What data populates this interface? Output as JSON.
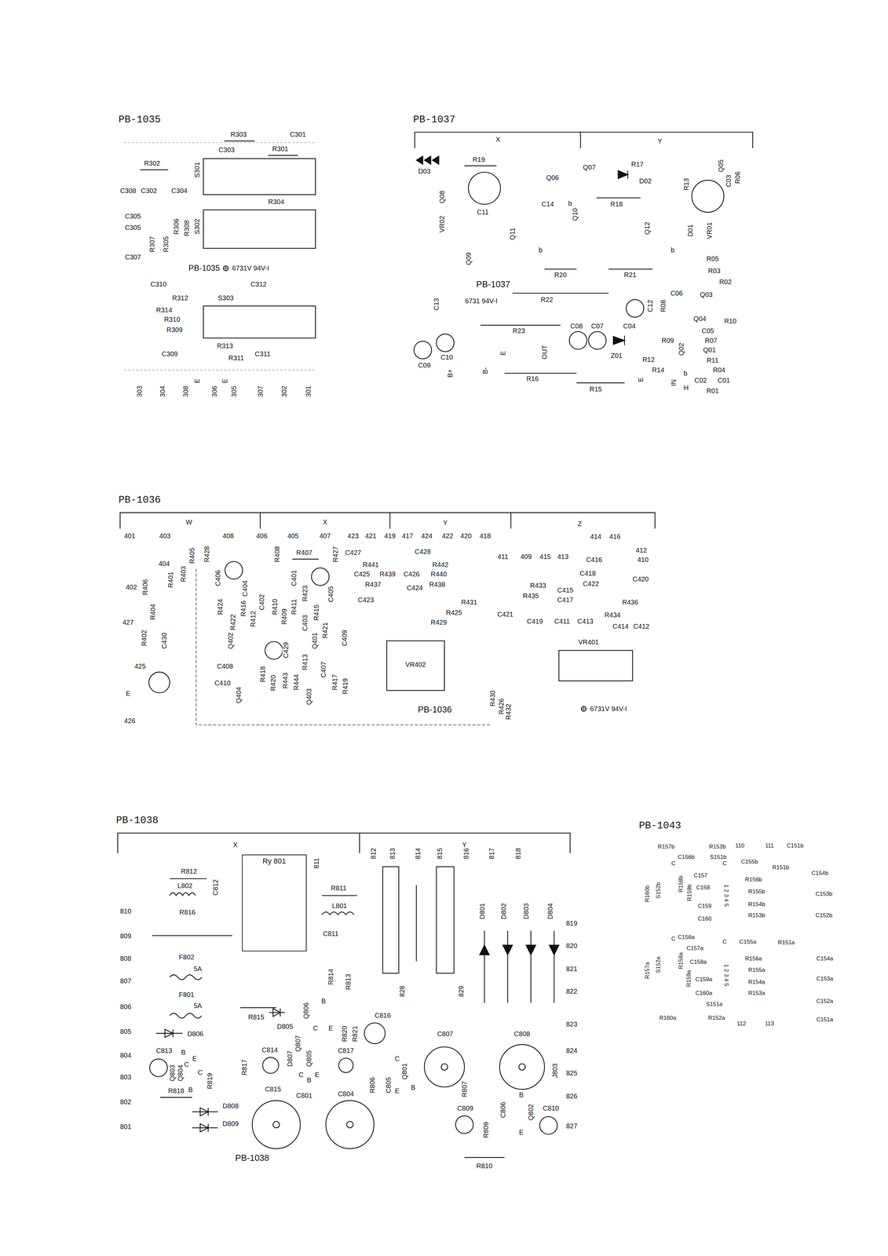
{
  "diagram": {
    "nodes": [
      {
        "text": [
          "PB-1035"
        ]
      },
      {
        "text": [
          "PB-1037"
        ]
      },
      {
        "text": [
          "PB-1036"
        ]
      },
      {
        "text": [
          "PB-1038"
        ]
      },
      {
        "text": [
          "PB-1043"
        ]
      },
      {
        "text": [
          "Ry 801"
        ],
        "in": 3
      }
    ],
    "labels": [
      "R303",
      "C301",
      "C303",
      "R301",
      "R302",
      "S301",
      "C308",
      "C302",
      "C304",
      "R304",
      "C305",
      "C305",
      "R306",
      "R308",
      "S302",
      "R307",
      "R305",
      "C307",
      "PB-1035",
      "6731V 94V-I",
      "C310",
      "C312",
      "R312",
      "S303",
      "R314",
      "R310",
      "R309",
      "R313",
      "C309",
      "C311",
      "R311",
      "303",
      "304",
      "308",
      "E",
      "306",
      "E",
      "305",
      "307",
      "302",
      "301",
      "X",
      "Y",
      "D03",
      "R19",
      "Q06",
      "Q07",
      "R17",
      "D02",
      "R18",
      "C14",
      "C11",
      "Q08",
      "VR02",
      "Q11",
      "Q10",
      "b",
      "Q12",
      "Q05",
      "C03",
      "R06",
      "R13",
      "D01",
      "VR01",
      "Q09",
      "b",
      "b",
      "R05",
      "R03",
      "R02",
      "PB-1037",
      "6731 94V-I",
      "R20",
      "R21",
      "R22",
      "C13",
      "C06",
      "R08",
      "C12",
      "Q03",
      "Q04",
      "R10",
      "R23",
      "C08",
      "C07",
      "C04",
      "C05",
      "R07",
      "R09",
      "Q02",
      "Q01",
      "Z01",
      "C10",
      "C09",
      "R12",
      "R11",
      "R14",
      "R04",
      "C02",
      "C01",
      "R16",
      "R15",
      "R01",
      "B+",
      "B-",
      "E",
      "OUT",
      "E",
      "IN",
      "b",
      "H",
      "W",
      "X",
      "Y",
      "Z",
      "401",
      "403",
      "408",
      "406",
      "405",
      "407",
      "423",
      "421",
      "419",
      "417",
      "424",
      "422",
      "420",
      "418",
      "414",
      "416",
      "404",
      "R405",
      "R428",
      "C406",
      "R408",
      "R407",
      "R427",
      "C427",
      "C428",
      "411",
      "409",
      "415",
      "413",
      "412",
      "410",
      "R441",
      "R442",
      "C416",
      "402",
      "R406",
      "R401",
      "R403",
      "C404",
      "C402",
      "C401",
      "C425",
      "R439",
      "C426",
      "R440",
      "C418",
      "C420",
      "R437",
      "C424",
      "R438",
      "C422",
      "R433",
      "R435",
      "R424",
      "R422",
      "R416",
      "R412",
      "R410",
      "R409",
      "R411",
      "R423",
      "C403",
      "R415",
      "C405",
      "R421",
      "C409",
      "C423",
      "C415",
      "R436",
      "R431",
      "R404",
      "C417",
      "R425",
      "C421",
      "C419",
      "C411",
      "C413",
      "R434",
      "C414",
      "C412",
      "R429",
      "427",
      "R402",
      "C430",
      "Q402",
      "C429",
      "Q401",
      "R413",
      "VR402",
      "VR401",
      "425",
      "C408",
      "R418",
      "R420",
      "R443",
      "C410",
      "R444",
      "C407",
      "R417",
      "R419",
      "E",
      "Q404",
      "Q403",
      "PB-1036",
      "R430",
      "R426",
      "R432",
      "6731V 94V-I",
      "426",
      "X",
      "Y",
      "R812",
      "811",
      "812",
      "813",
      "814",
      "815",
      "816",
      "817",
      "818",
      "L802",
      "C812",
      "R811",
      "L801",
      "810",
      "R816",
      "819",
      "809",
      "C811",
      "D801",
      "D802",
      "D803",
      "D804",
      "808",
      "F802",
      "5A",
      "820",
      "807",
      "R814",
      "R813",
      "821",
      "F801",
      "5A",
      "806",
      "828",
      "829",
      "822",
      "R815",
      "D805",
      "Q806",
      "805",
      "D806",
      "C816",
      "R820",
      "R821",
      "823",
      "C807",
      "C808",
      "804",
      "C813",
      "C814",
      "Q807",
      "C817",
      "D807",
      "Q805",
      "824",
      "803",
      "Q803",
      "Q804",
      "R817",
      "R819",
      "R806",
      "C805",
      "Q801",
      "J803",
      "825",
      "R818",
      "C815",
      "C801",
      "C804",
      "R807",
      "826",
      "802",
      "D808",
      "C809",
      "C806",
      "Q802",
      "C810",
      "801",
      "D809",
      "R809",
      "827",
      "PB-1038",
      "R810",
      "B",
      "C",
      "E",
      "C",
      "B",
      "E",
      "C",
      "E",
      "B",
      "B",
      "E",
      "B",
      "C",
      "E",
      "C",
      "B",
      "R157b",
      "R152b",
      "110",
      "111",
      "C151b",
      "C156b",
      "S151b",
      "C155b",
      "R151b",
      "C154b",
      "C",
      "C",
      "R160b",
      "S152b",
      "R158b",
      "R159b",
      "C157",
      "C158",
      "1 2 3 4 5",
      "R156b",
      "C153b",
      "R155b",
      "R154b",
      "R153b",
      "C152b",
      "C159",
      "C160",
      "C156a",
      "C155a",
      "R151a",
      "C157a",
      "C",
      "C",
      "R156a",
      "C154a",
      "R157a",
      "S152a",
      "R158a",
      "C158a",
      "1 2 3 4 5",
      "R155a",
      "C153a",
      "R159a",
      "C159a",
      "R154a",
      "C160a",
      "R153a",
      "S151a",
      "C152a",
      "R160a",
      "R152a",
      "112",
      "113",
      "C151a"
    ]
  }
}
